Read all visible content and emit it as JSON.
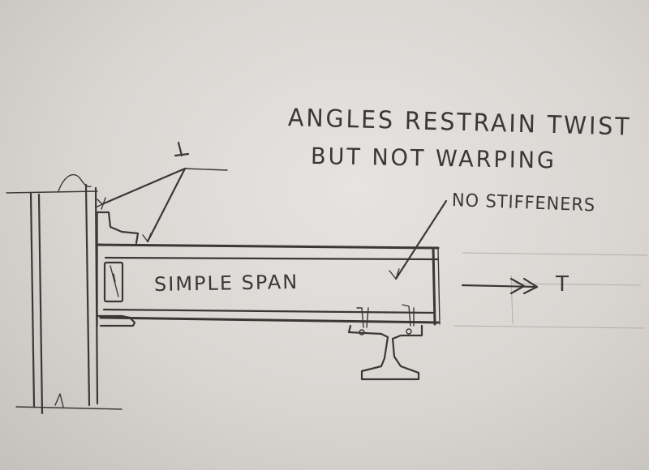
{
  "notes": {
    "line1": "ANGLES RESTRAIN TWIST",
    "line2": "BUT NOT WARPING"
  },
  "labels": {
    "no_stiffeners": "NO STIFFENERS",
    "simple_span": "SIMPLE SPAN",
    "load": "T"
  },
  "colors": {
    "paper": "#dcd9d5",
    "ink": "#3a3837"
  }
}
